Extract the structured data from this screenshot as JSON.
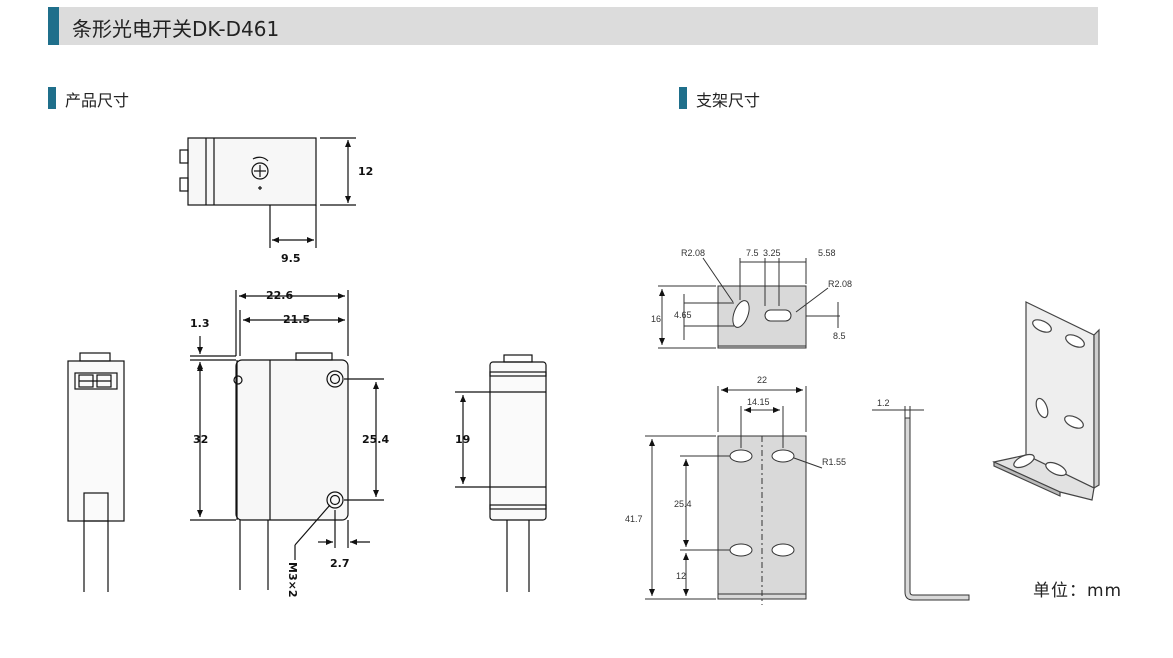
{
  "header": {
    "title": "条形光电开关DK-D461"
  },
  "sections": {
    "product": "产品尺寸",
    "bracket": "支架尺寸"
  },
  "unit_label": "单位：mm",
  "product_dims": {
    "height_top": "12",
    "width_top": "9.5",
    "total_len": "22.6",
    "body_len": "21.5",
    "offset": "1.3",
    "height": "32",
    "hole_pitch": "25.4",
    "hole_edge": "2.7",
    "screw": "M3×2",
    "lens_height": "19"
  },
  "bracket_dims": {
    "r1": "R2.08",
    "d1": "7.5",
    "d2": "3.25",
    "d3": "5.58",
    "r2": "R2.08",
    "h16": "16",
    "h465": "4.65",
    "h85": "8.5",
    "w22": "22",
    "w1415": "14.15",
    "r155": "R1.55",
    "h417": "41.7",
    "h254": "25.4",
    "h12": "12",
    "t12": "1.2"
  },
  "colors": {
    "accent": "#1f6f8b",
    "bar_bg": "#dcdcdc",
    "plate": "#d9d9d9"
  }
}
